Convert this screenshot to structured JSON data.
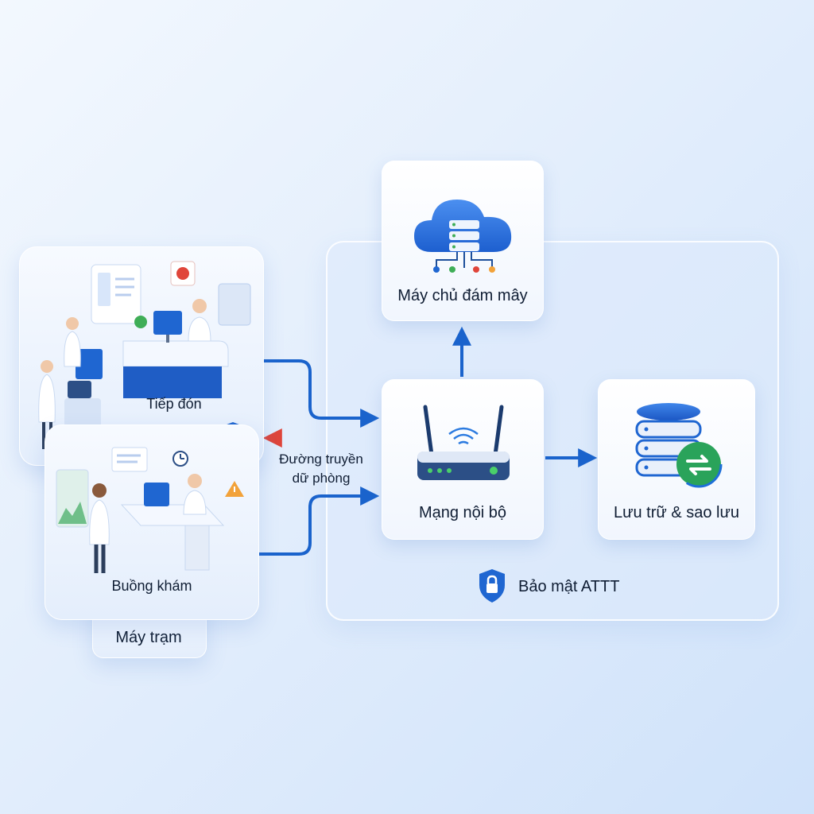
{
  "nodes": {
    "cloud": {
      "label": "Máy chủ đám mây",
      "icon": "cloud-server-icon"
    },
    "network": {
      "label": "Mạng nội bộ",
      "icon": "router-icon"
    },
    "storage": {
      "label": "Lưu trữ & sao lưu",
      "icon": "database-sync-icon"
    },
    "security": {
      "label": "Bảo mật ATTT",
      "icon": "shield-lock-icon"
    },
    "reception": {
      "label": "Tiếp đón",
      "icon": "reception-room-illustration"
    },
    "exam": {
      "label": "Buồng khám",
      "icon": "exam-room-illustration"
    },
    "workstation": {
      "label": "Máy trạm"
    }
  },
  "edges": {
    "backup_line": {
      "line1": "Đường truyền",
      "line2": "dữ phòng"
    }
  },
  "colors": {
    "accent": "#1f66d1",
    "arrow": "#1a63cc",
    "backup_red": "#e0453a",
    "backup_green": "#3fae57",
    "storage_sync": "#2aa35a"
  }
}
